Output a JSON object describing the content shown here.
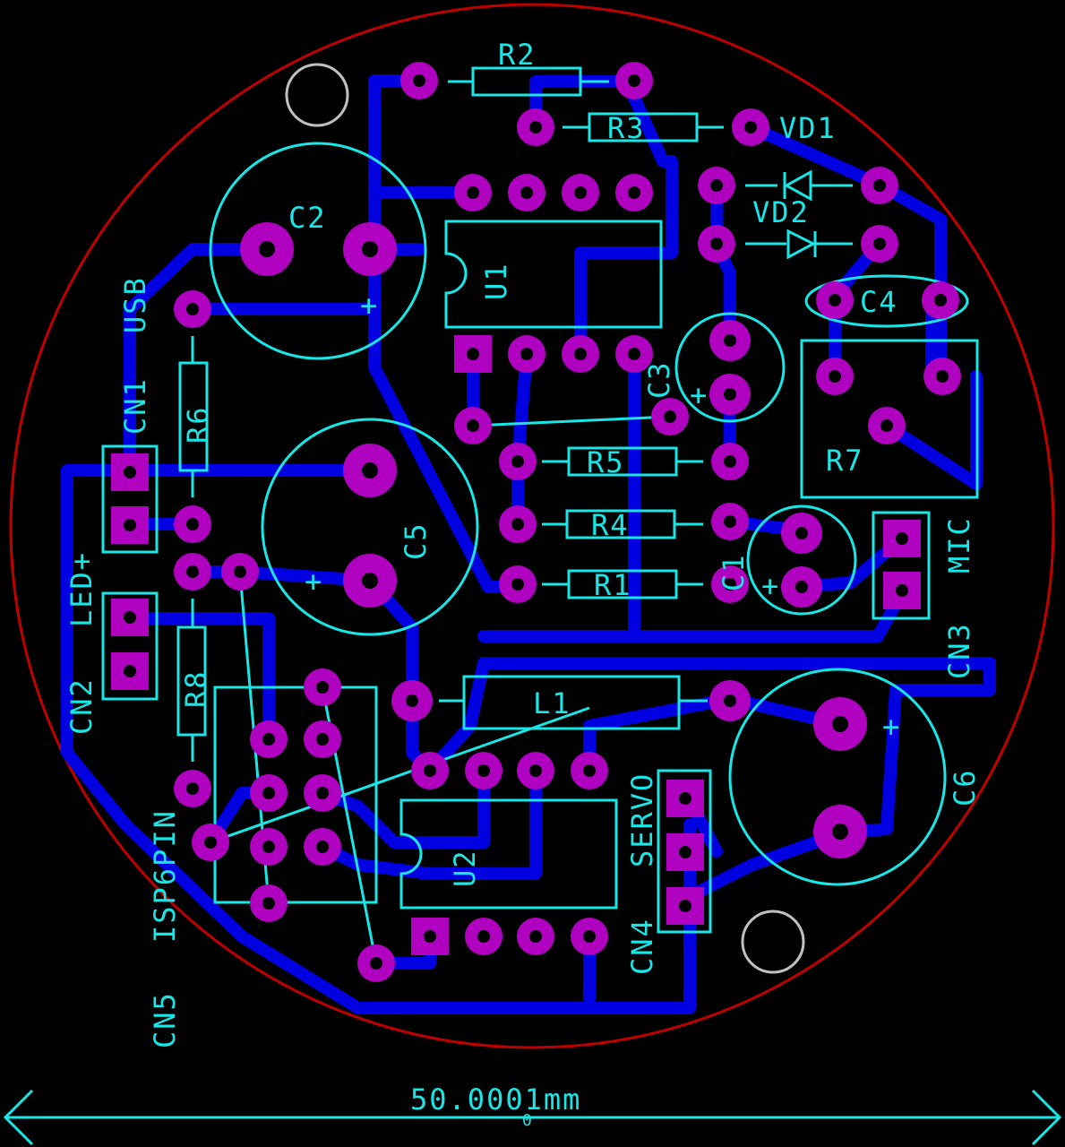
{
  "components": {
    "R2": "R2",
    "R3": "R3",
    "VD1": "VD1",
    "VD2": "VD2",
    "C2": "C2",
    "U1": "U1",
    "C4": "C4",
    "C3": "C3",
    "R7": "R7",
    "R5": "R5",
    "R4": "R4",
    "R1": "R1",
    "C1": "C1",
    "C5": "C5",
    "R6": "R6",
    "R8": "R8",
    "L1": "L1",
    "C6": "C6",
    "U2": "U2"
  },
  "connectors": {
    "cn1": "CN1",
    "usb": "USB",
    "cn2": "CN2",
    "led": "LED+",
    "cn3": "CN3",
    "mic": "MIC",
    "cn4": "CN4",
    "servo": "SERVO",
    "cn5": "CN5",
    "isp": "ISP6PIN"
  },
  "polarity": "+",
  "dimension": {
    "label": "50.0001mm",
    "marker": "0"
  },
  "colors": {
    "board_outline": "#c00000",
    "silkscreen": "#19e6e6",
    "track": "#0000e0",
    "pad": "#b000c0",
    "mounting_hole": "#c0c0c0",
    "background": "#000000"
  }
}
